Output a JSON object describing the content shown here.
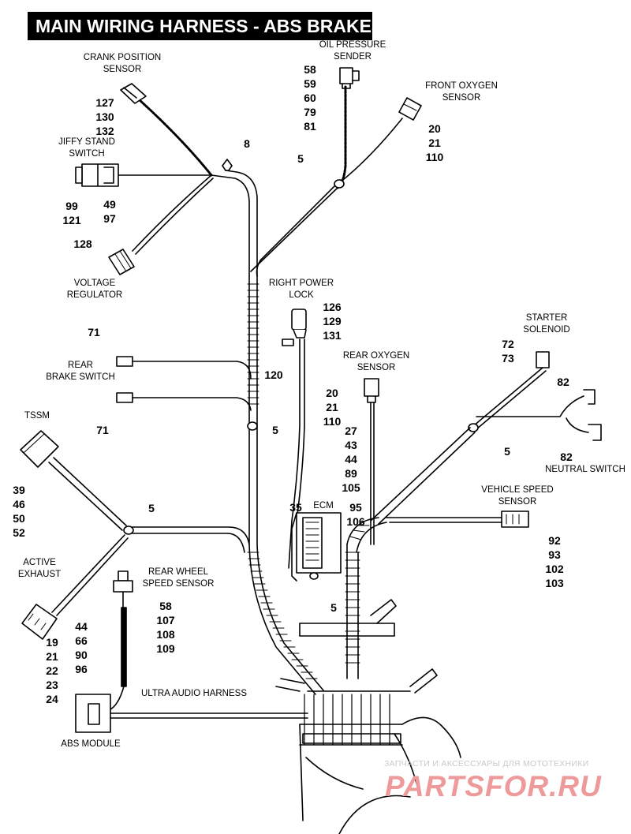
{
  "title": "MAIN WIRING HARNESS - ABS BRAKES",
  "labels": {
    "crank_position_sensor": [
      "CRANK POSITION",
      "SENSOR"
    ],
    "oil_pressure_sender": [
      "OIL PRESSURE",
      "SENDER"
    ],
    "front_oxygen_sensor": [
      "FRONT OXYGEN",
      "SENSOR"
    ],
    "jiffy_stand_switch": [
      "JIFFY STAND",
      "SWITCH"
    ],
    "voltage_regulator": [
      "VOLTAGE",
      "REGULATOR"
    ],
    "right_power_lock": [
      "RIGHT POWER",
      "LOCK"
    ],
    "rear_brake_switch": [
      "REAR",
      "BRAKE SWITCH"
    ],
    "starter_solenoid": [
      "STARTER",
      "SOLENOID"
    ],
    "rear_oxygen_sensor": [
      "REAR OXYGEN",
      "SENSOR"
    ],
    "tssm": [
      "TSSM"
    ],
    "neutral_switch": [
      "NEUTRAL SWITCH"
    ],
    "ecm": [
      "ECM"
    ],
    "vehicle_speed_sensor": [
      "VEHICLE SPEED",
      "SENSOR"
    ],
    "active_exhaust": [
      "ACTIVE",
      "EXHAUST"
    ],
    "rear_wheel_speed_sensor": [
      "REAR WHEEL",
      "SPEED SENSOR"
    ],
    "ultra_audio_harness": [
      "ULTRA AUDIO HARNESS"
    ],
    "abs_module": [
      "ABS MODULE"
    ]
  },
  "callouts": {
    "crank_position_sensor": [
      "127",
      "130",
      "132"
    ],
    "oil_pressure_sender": [
      "58",
      "59",
      "60",
      "79",
      "81"
    ],
    "front_oxygen_sensor": [
      "20",
      "21",
      "110"
    ],
    "clip_top": [
      "8"
    ],
    "clip_upper": [
      "5"
    ],
    "jiffy_stand_left": [
      "99",
      "121"
    ],
    "jiffy_stand_right": [
      "49",
      "97"
    ],
    "voltage_regulator": [
      "128"
    ],
    "right_power_lock": [
      "126",
      "129",
      "131"
    ],
    "right_power_lock_lower": [
      "120"
    ],
    "rear_brake_switch_top": [
      "71"
    ],
    "rear_brake_switch_bottom": [
      "71"
    ],
    "starter_solenoid": [
      "72",
      "73"
    ],
    "neutral_switch_top": [
      "82"
    ],
    "neutral_switch_bottom": [
      "82"
    ],
    "clip_right": [
      "5"
    ],
    "clip_mid": [
      "5"
    ],
    "rear_oxygen_sensor": [
      "20",
      "21",
      "110"
    ],
    "ecm_connector_nums": [
      "27",
      "43",
      "44",
      "89",
      "105"
    ],
    "ecm_left": [
      "35"
    ],
    "ecm_right": [
      "95",
      "106"
    ],
    "tssm": [
      "39",
      "46",
      "50",
      "52"
    ],
    "clip_tssm": [
      "5"
    ],
    "vehicle_speed_sensor": [
      "92",
      "93",
      "102",
      "103"
    ],
    "clip_ecm": [
      "5"
    ],
    "rear_wheel_speed_sensor": [
      "58",
      "107",
      "108",
      "109"
    ],
    "active_exhaust": [
      "19",
      "21",
      "22",
      "23",
      "24"
    ],
    "abs_module": [
      "44",
      "66",
      "90",
      "96"
    ]
  },
  "watermark": {
    "line1": "ЗАПЧАСТИ И АКСЕССУАРЫ ДЛЯ МОТОТЕХНИКИ",
    "line2": "PARTSFOR.RU"
  }
}
